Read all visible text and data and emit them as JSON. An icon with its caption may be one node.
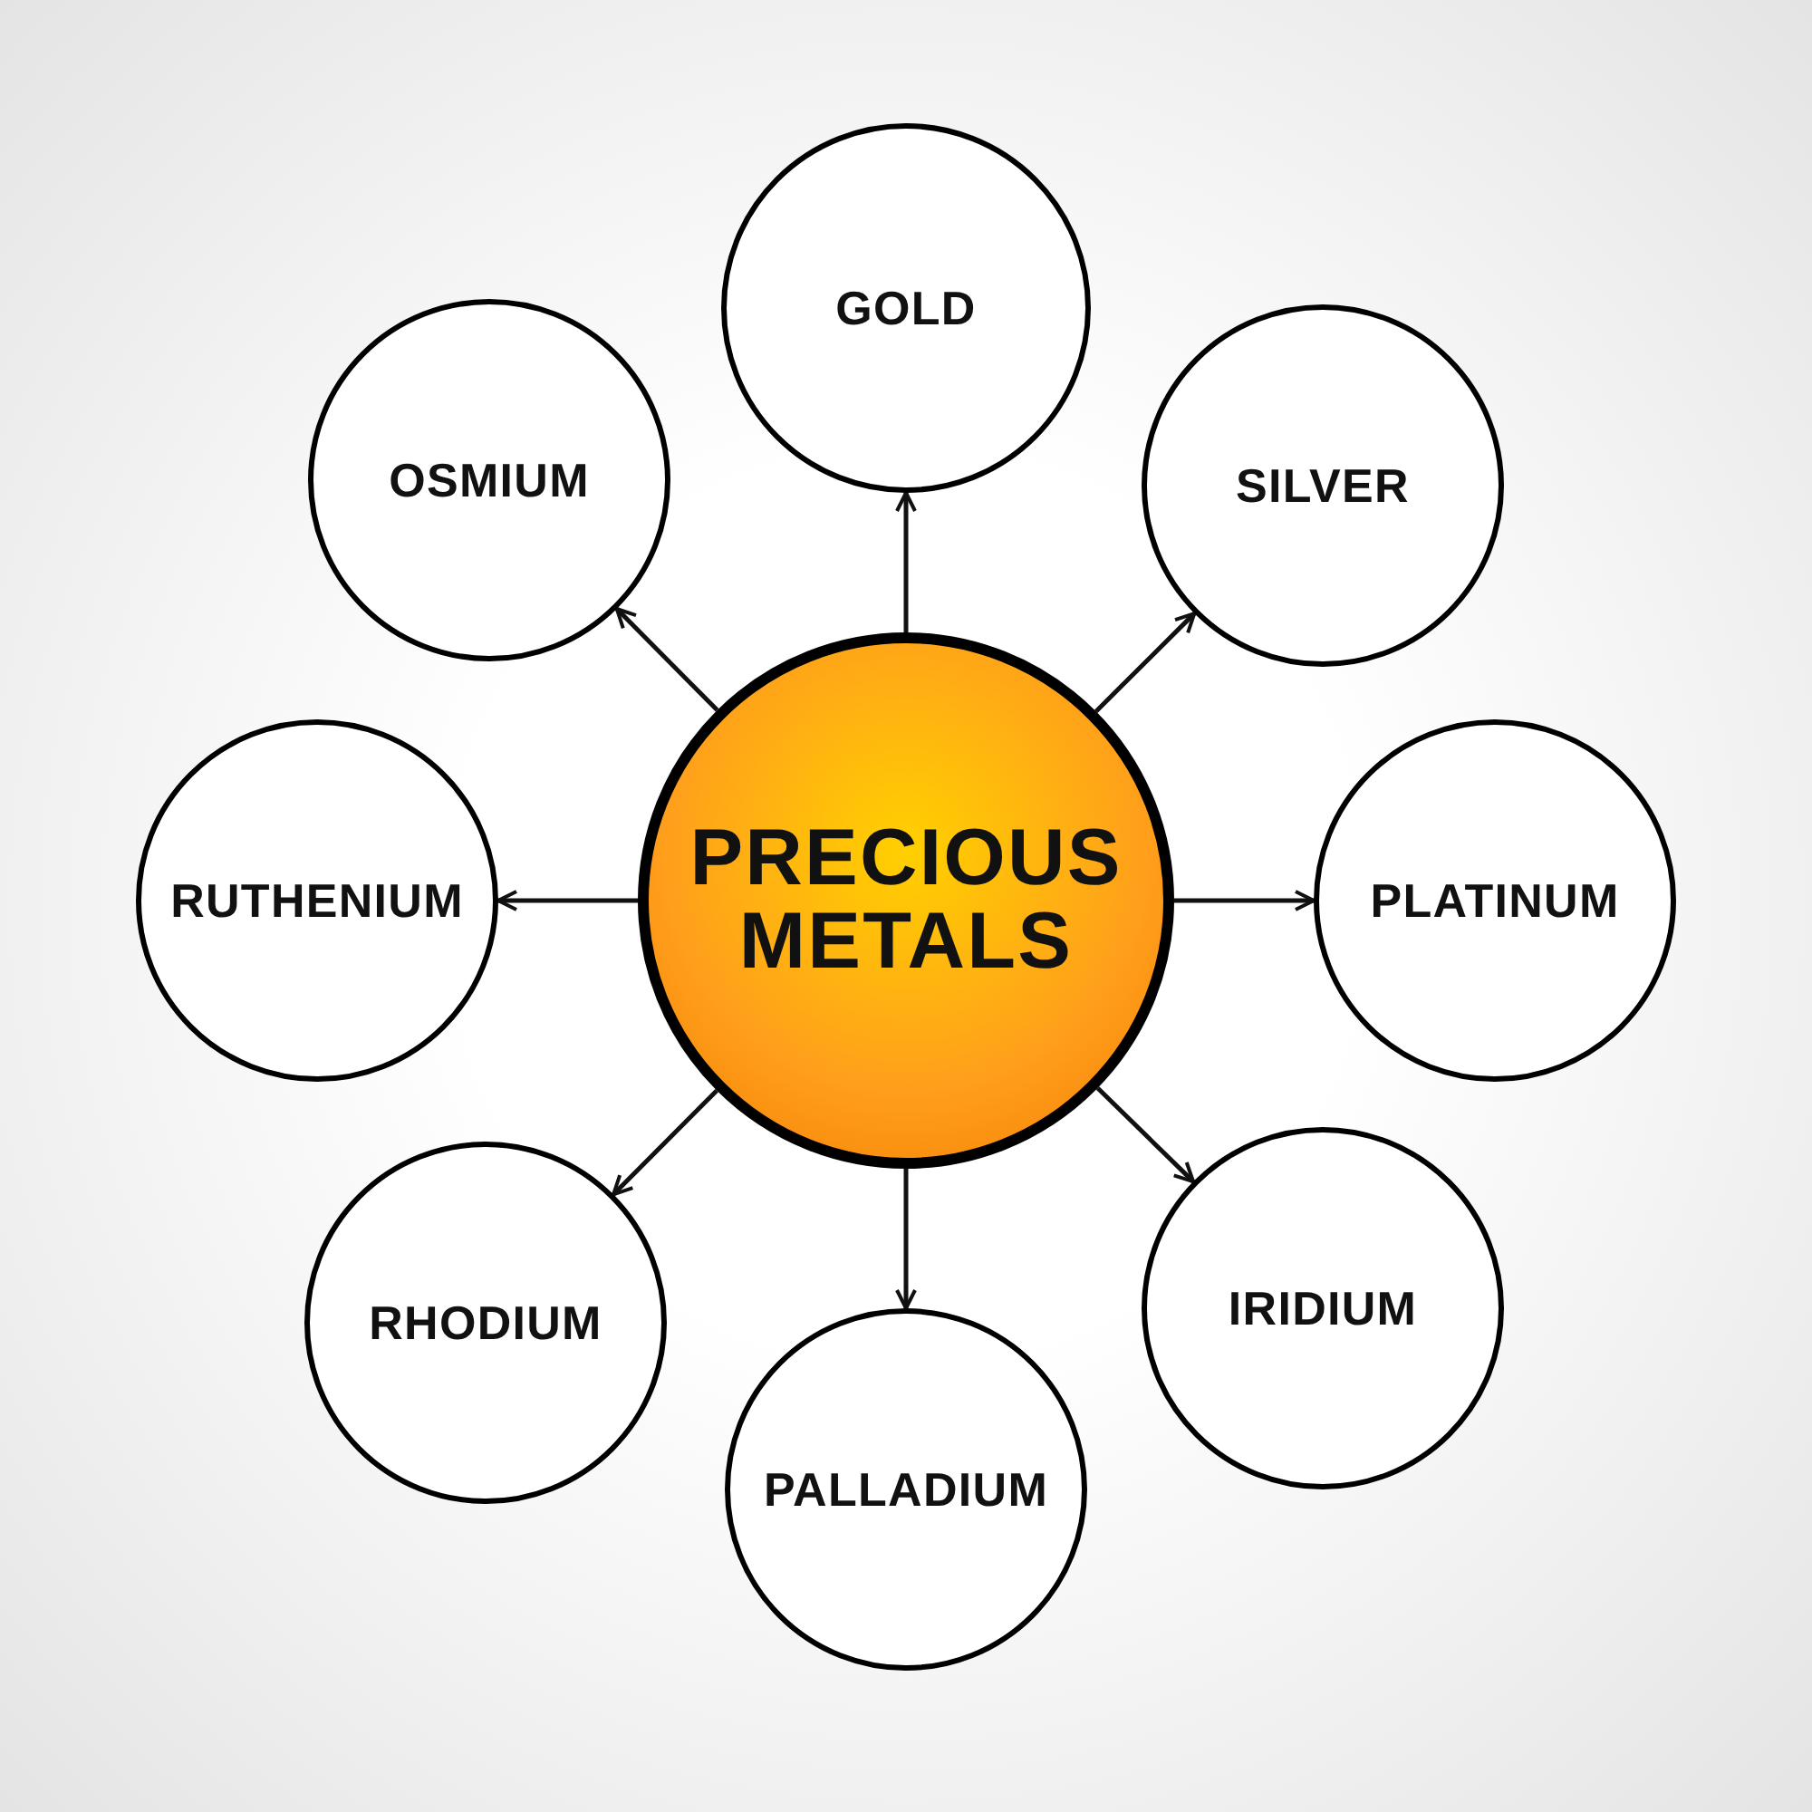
{
  "diagram": {
    "nodes": [
      {
        "text": [
          "PRECIOUS METALS"
        ]
      },
      {
        "text": [
          "GOLD"
        ]
      },
      {
        "text": [
          "SILVER"
        ]
      },
      {
        "text": [
          "PLATINUM"
        ]
      },
      {
        "text": [
          "IRIDIUM"
        ]
      },
      {
        "text": [
          "PALLADIUM"
        ]
      },
      {
        "text": [
          "RHODIUM"
        ]
      },
      {
        "text": [
          "RUTHENIUM"
        ]
      },
      {
        "text": [
          "OSMIUM"
        ]
      }
    ],
    "edges": [
      {
        "from": 0,
        "to": 1,
        "arrow": "to"
      },
      {
        "from": 0,
        "to": 2,
        "arrow": "to"
      },
      {
        "from": 0,
        "to": 3,
        "arrow": "to"
      },
      {
        "from": 0,
        "to": 4,
        "arrow": "to"
      },
      {
        "from": 0,
        "to": 5,
        "arrow": "to"
      },
      {
        "from": 0,
        "to": 6,
        "arrow": "to"
      },
      {
        "from": 0,
        "to": 7,
        "arrow": "to"
      },
      {
        "from": 0,
        "to": 8,
        "arrow": "to"
      }
    ]
  }
}
